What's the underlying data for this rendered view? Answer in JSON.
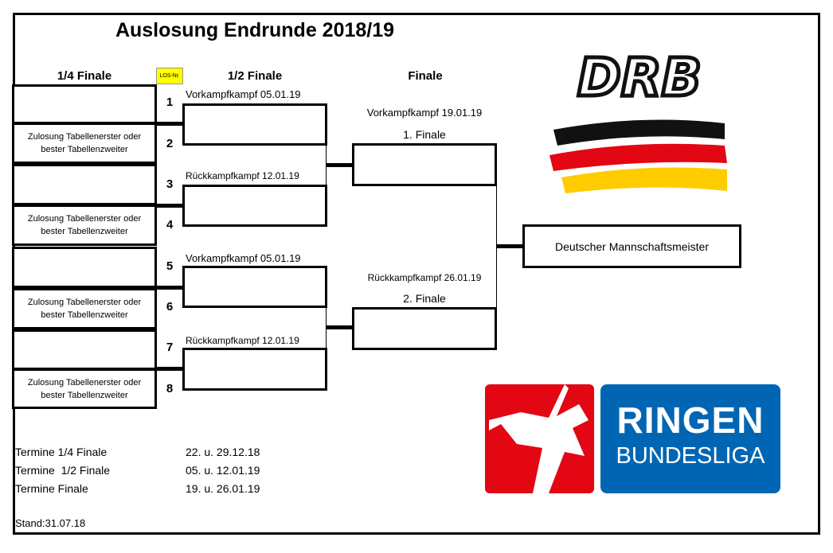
{
  "title": "Auslosung Endrunde 2018/19",
  "headers": {
    "quarter": "1/4 Finale",
    "los": "LOS-Nr.",
    "semi": "1/2 Finale",
    "final": "Finale"
  },
  "quarter_boxes": [
    "",
    "Zulosung Tabellenerster oder bester Tabellenzweiter",
    "",
    "Zulosung Tabellenerster oder bester Tabellenzweiter",
    "",
    "Zulosung Tabellenerster oder bester Tabellenzweiter",
    "",
    "Zulosung Tabellenerster oder bester Tabellenzweiter"
  ],
  "los_numbers": [
    "1",
    "2",
    "3",
    "4",
    "5",
    "6",
    "7",
    "8"
  ],
  "semi_labels": [
    "Vorkampfkampf 05.01.19",
    "Rückkampfkampf 12.01.19",
    "Vorkampfkampf 05.01.19",
    "Rückkampfkampf 12.01.19"
  ],
  "final": {
    "date1": "Vorkampfkampf 19.01.19",
    "name1": "1. Finale",
    "date2": "Rückkampfkampf 26.01.19",
    "name2": "2. Finale"
  },
  "champion": "Deutscher Mannschaftsmeister",
  "termine": [
    {
      "label": "Termine 1/4 Finale",
      "value": "22. u. 29.12.18"
    },
    {
      "label": "Termine  1/2 Finale",
      "value": "05. u. 12.01.19"
    },
    {
      "label": "Termine Finale",
      "value": "19. u. 26.01.19"
    }
  ],
  "stand": "Stand:31.07.18",
  "logos": {
    "drb": "DRB",
    "ringen": "RINGEN",
    "bundesliga": "BUNDESLIGA"
  },
  "colors": {
    "yellow": "#ffff00",
    "red": "#e30613",
    "blue": "#0066b3",
    "gold": "#ffcc00"
  }
}
